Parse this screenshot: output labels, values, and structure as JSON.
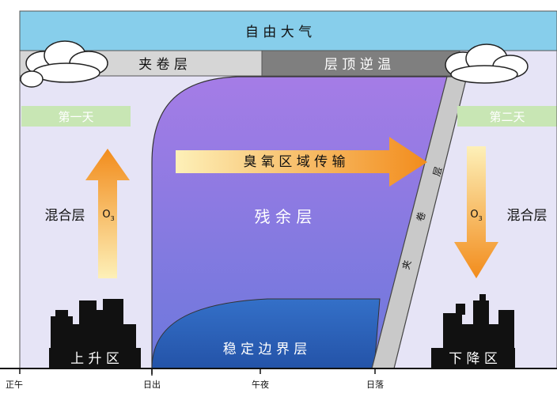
{
  "labels": {
    "free_atmosphere": "自 由 大 气",
    "entrainment_layer": "夹 卷 层",
    "capping_inversion": "层 顶 逆 温",
    "entrainment_vertical": [
      "夹",
      "卷",
      "层"
    ],
    "day1": "第一天",
    "day2": "第二天",
    "ozone_transport": "臭 氧 区 域 传 输",
    "mixing_layer_left": "混合层",
    "mixing_layer_right": "混合层",
    "o3": "O",
    "o3_sub": "3",
    "residual_layer": "残 余 层",
    "stable_boundary_layer": "稳 定 边 界 层",
    "upwind_area": "上 升 区",
    "downwind_area": "下 降 区"
  },
  "time_axis": [
    "正午",
    "日出",
    "午夜",
    "日落"
  ],
  "colors": {
    "free_atmosphere": "#87ceeb",
    "entrainment_layer": "#d6d6d6",
    "capping_inversion": "#7f7f7f",
    "mixing_layer_bg": "#e6e4f6",
    "residual_top": "#a57ce6",
    "residual_bottom": "#6c78dc",
    "stable_layer": "#2f5cb8",
    "day_label_bg": "#c8e6b4",
    "arrow_start": "#fbe8a4",
    "arrow_end": "#f29423",
    "building": "#111111"
  }
}
